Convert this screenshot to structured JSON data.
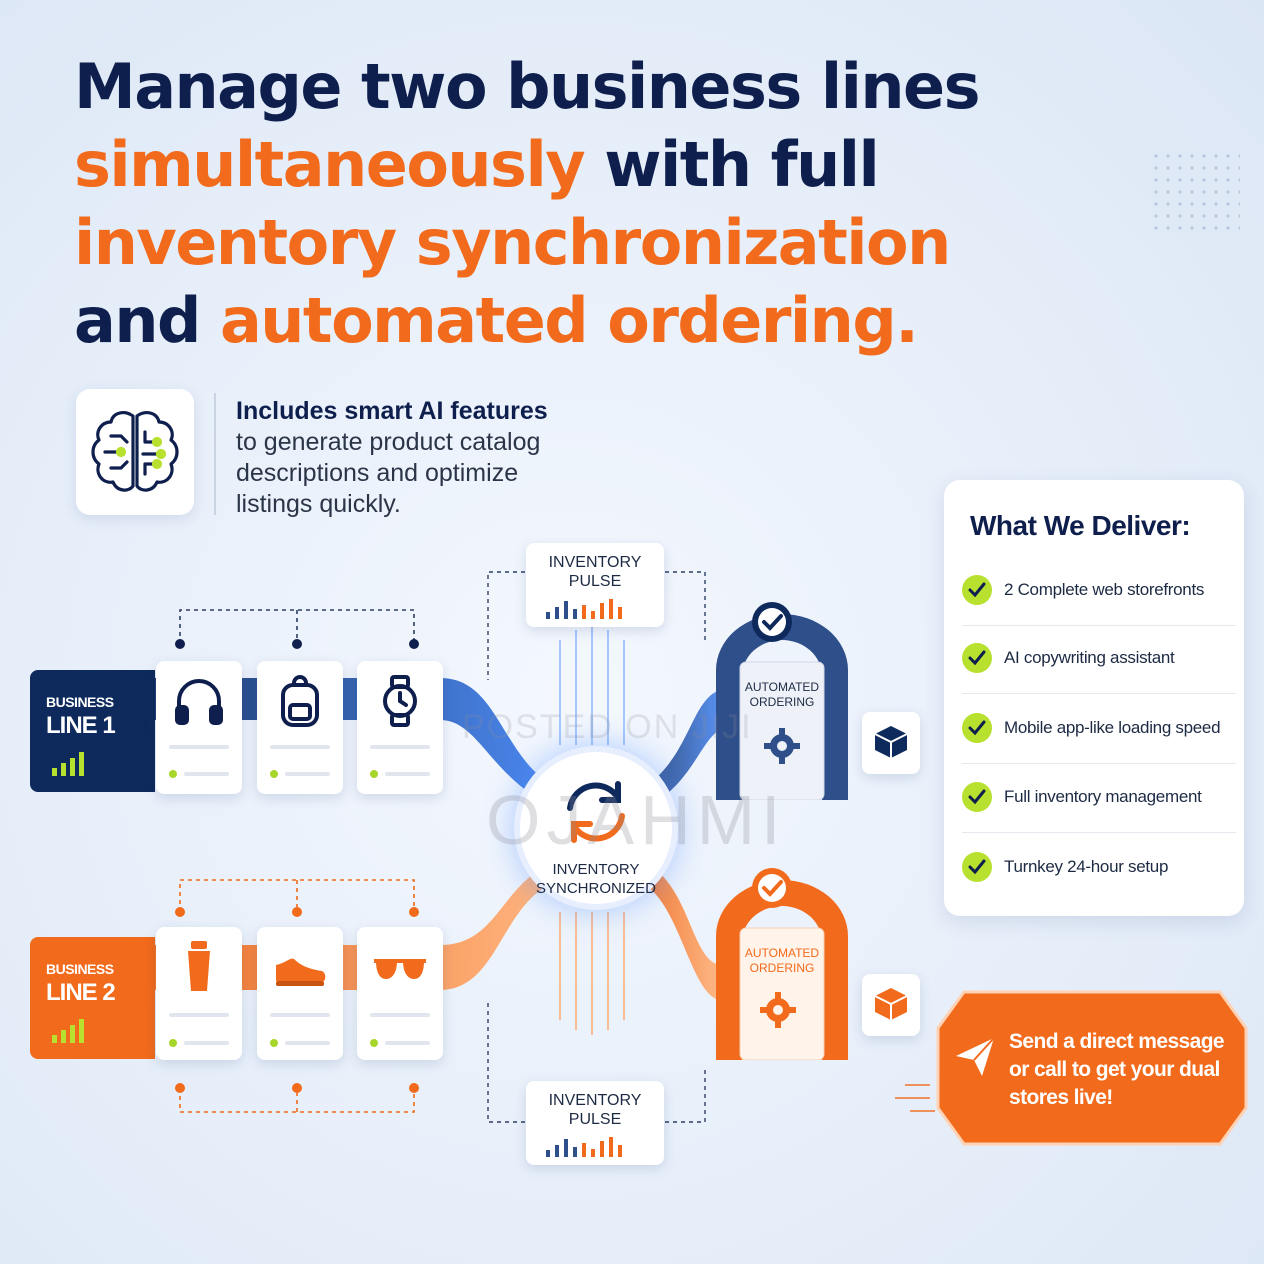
{
  "headline": {
    "line1": "Manage two business lines",
    "line2_orange": "simultaneously",
    "line2_rest": "with full",
    "line3_orange": "inventory synchronization",
    "line4_dark": "and",
    "line4_orange": "automated ordering."
  },
  "ai_feature": {
    "title": "Includes smart AI features",
    "body": "to generate product catalog descriptions and optimize listings quickly.",
    "icon": "brain-circuit-icon"
  },
  "business_line_1": {
    "small": "BUSINESS",
    "big": "LINE 1",
    "color": "#0e2a5c",
    "products": [
      "headphones-icon",
      "backpack-icon",
      "watch-icon"
    ]
  },
  "business_line_2": {
    "small": "BUSINESS",
    "big": "LINE 2",
    "color": "#f26a1b",
    "products": [
      "bottle-icon",
      "sneaker-icon",
      "sunglasses-icon"
    ]
  },
  "pulse_top": {
    "label": "INVENTORY PULSE"
  },
  "pulse_bottom": {
    "label": "INVENTORY PULSE"
  },
  "hub": {
    "label": "INVENTORY SYNCHRONIZED"
  },
  "gate_top": {
    "label": "AUTOMATED ORDERING",
    "color": "#2f4f8a"
  },
  "gate_bottom": {
    "label": "AUTOMATED ORDERING",
    "color": "#f26a1b"
  },
  "deliverables": {
    "title": "What We Deliver:",
    "items": [
      "2 Complete web storefronts",
      "AI copywriting assistant",
      "Mobile app-like loading speed",
      "Full inventory management",
      "Turnkey 24-hour setup"
    ]
  },
  "cta": {
    "text": "Send a direct message or call to get your dual stores live!",
    "color": "#f26a1b"
  },
  "watermark": {
    "line1": "POSTED ON JIJI",
    "line2": "OJAHMI"
  },
  "colors": {
    "navy": "#0e1f4d",
    "orange": "#f26a1b",
    "green": "#b8e02e",
    "blue": "#2f4f8a"
  }
}
